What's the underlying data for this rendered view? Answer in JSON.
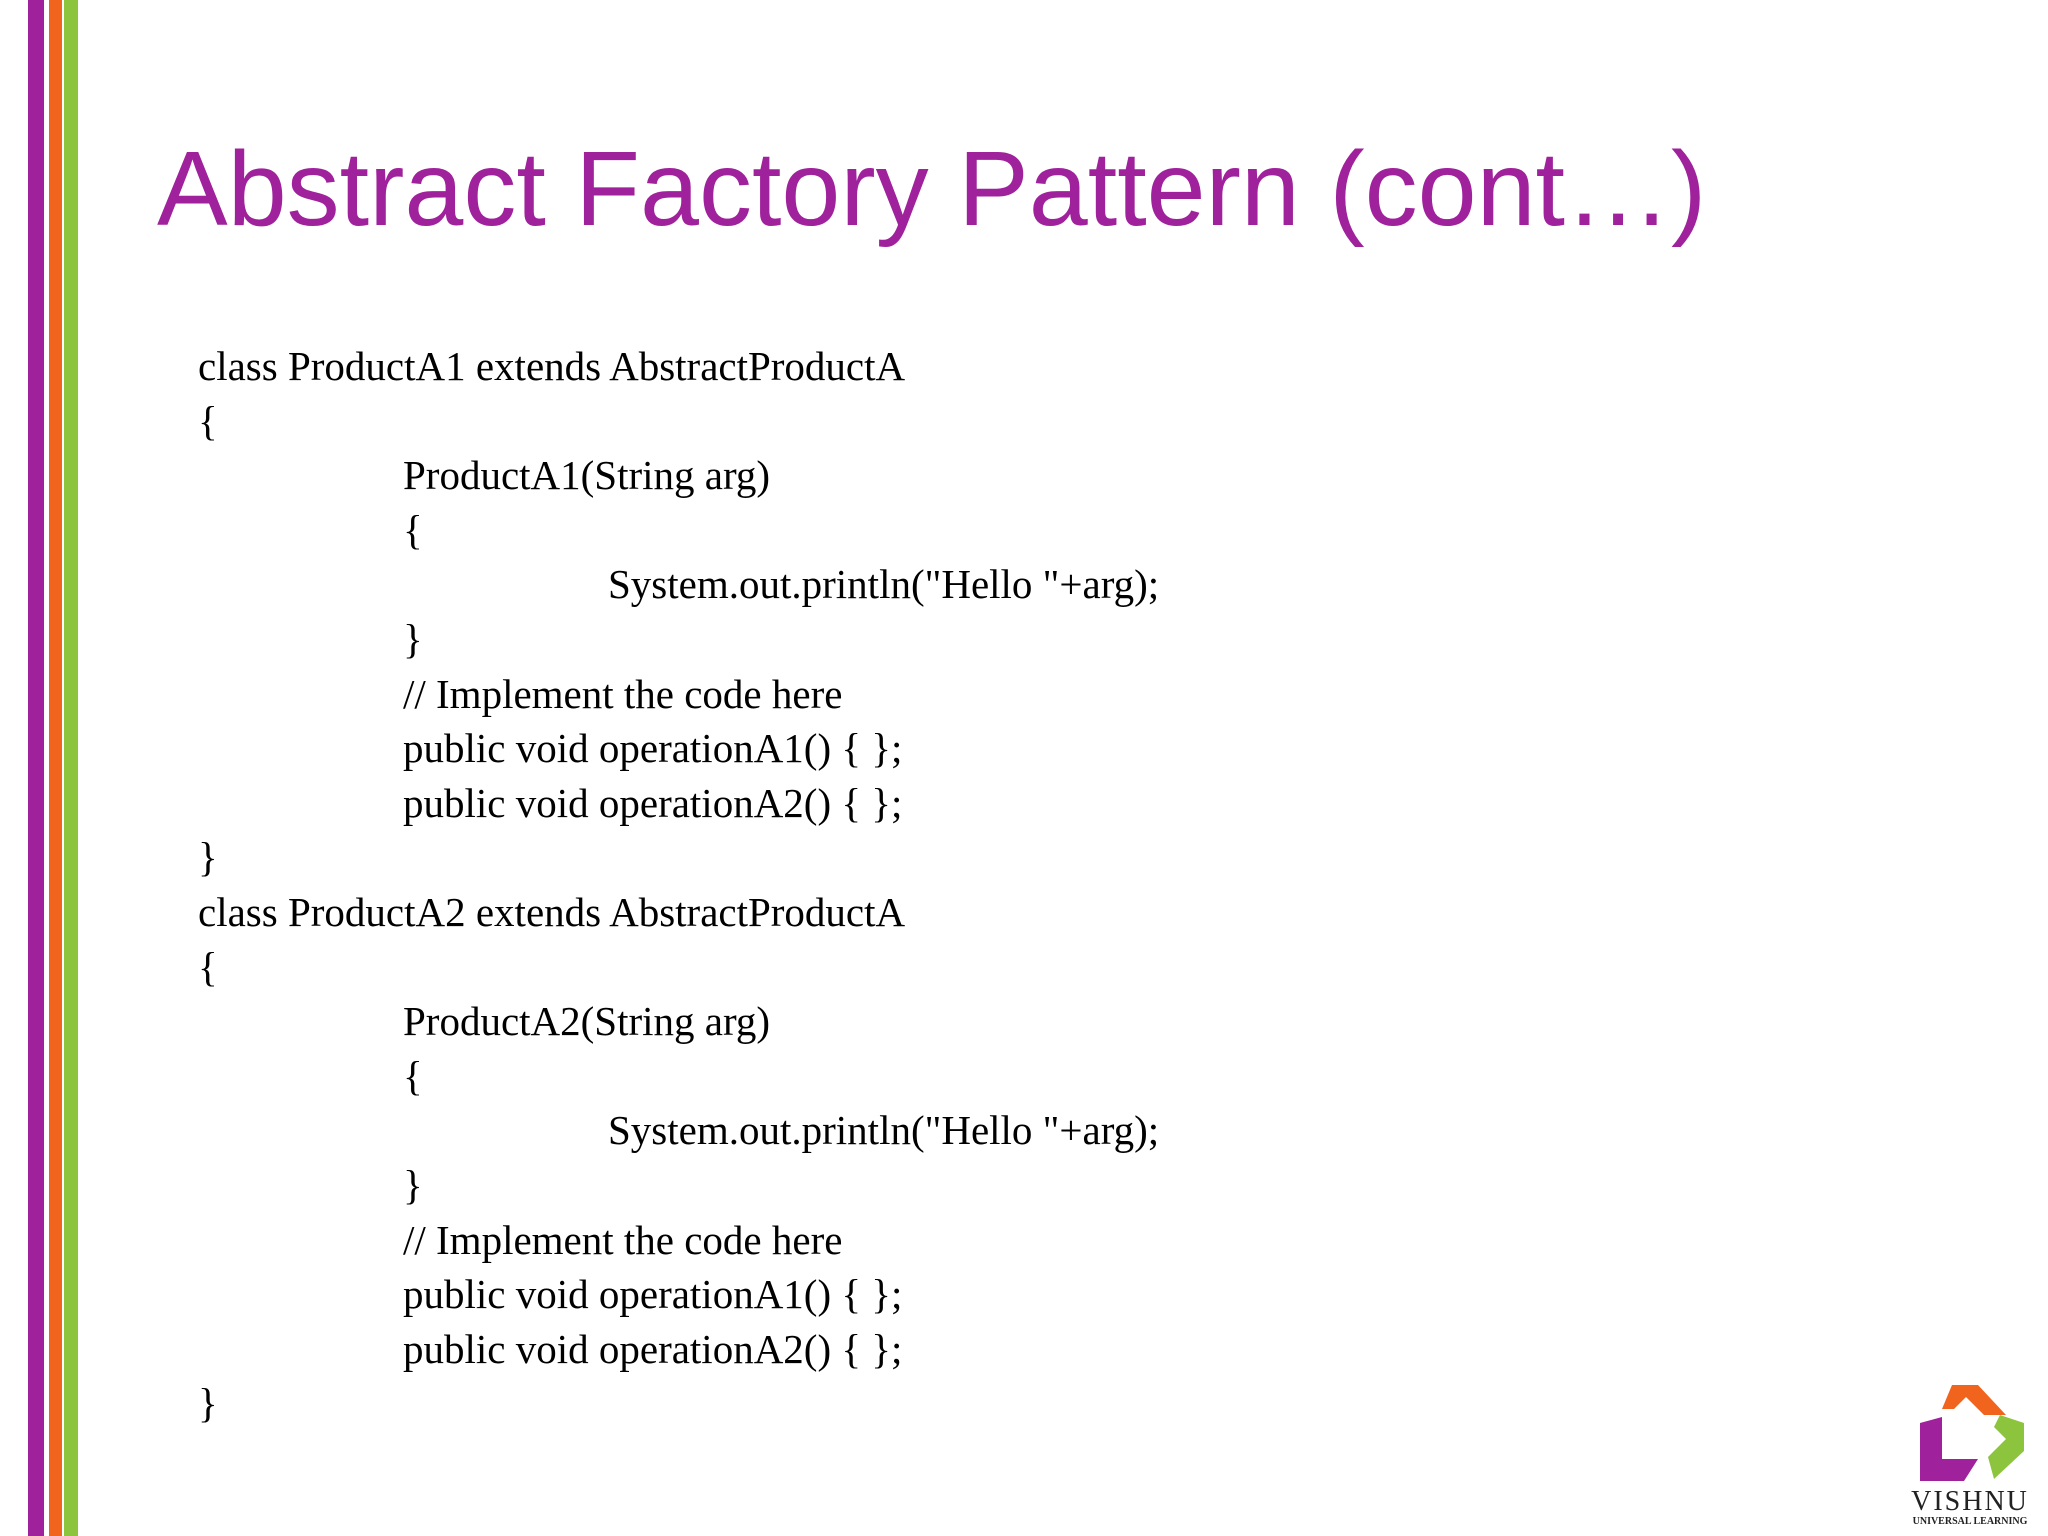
{
  "slide": {
    "title": "Abstract Factory Pattern (cont…)",
    "code_lines": [
      "class ProductA1 extends AbstractProductA",
      "{",
      "ProductA1(String arg)",
      "{",
      "System.out.println(\"Hello \"+arg);",
      "}",
      "// Implement the code here",
      "public void operationA1() { };",
      "public void operationA2() { };",
      "}",
      "class ProductA2 extends AbstractProductA",
      "{",
      "ProductA2(String arg)",
      "{",
      "System.out.println(\"Hello \"+arg);",
      "}",
      "// Implement the code here",
      "public void operationA1() { };",
      "public void operationA2() { };",
      "}"
    ]
  },
  "logo": {
    "name": "VISHNU",
    "tagline": "UNIVERSAL LEARNING",
    "icon": "vishnu-logo-icon"
  },
  "colors": {
    "title": "#A0219C",
    "stripe_purple": "#A0219C",
    "stripe_orange": "#F0641E",
    "stripe_green": "#8CC43E"
  }
}
